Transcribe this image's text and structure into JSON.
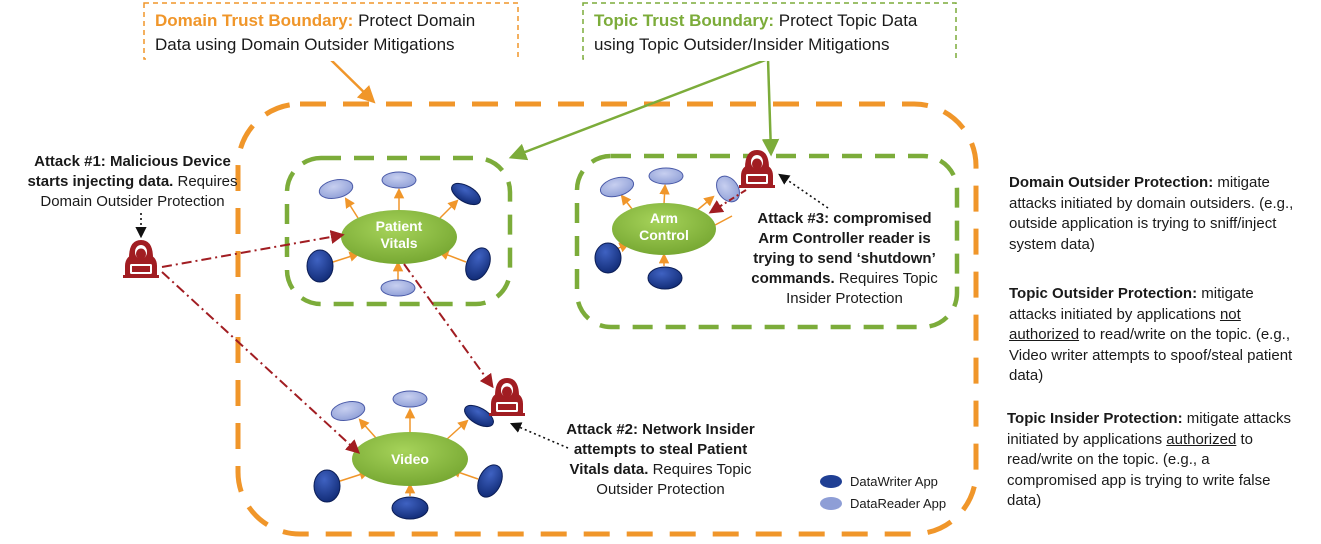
{
  "domain_boundary": {
    "title": "Domain Trust Boundary:",
    "text": " Protect Domain Data using Domain Outsider Mitigations",
    "color": "#f0962a"
  },
  "topic_boundary": {
    "title": "Topic Trust Boundary:",
    "text": " Protect Topic Data using Topic Outsider/Insider Mitigations",
    "color": "#7cac3a"
  },
  "topics": {
    "patient_vitals_line1": "Patient",
    "patient_vitals_line2": "Vitals",
    "arm_control_line1": "Arm",
    "arm_control_line2": "Control",
    "video": "Video"
  },
  "attack1": {
    "bold": "Attack #1: Malicious Device starts injecting data.",
    "text": " Requires Domain Outsider Protection"
  },
  "attack2": {
    "bold": "Attack #2: Network Insider attempts to steal Patient Vitals data.",
    "text": " Requires Topic Outsider Protection"
  },
  "attack3": {
    "bold": "Attack #3: compromised Arm Controller reader is trying to send ‘shutdown’ commands.",
    "text": " Requires Topic Insider Protection"
  },
  "legend": {
    "writer": "DataWriter App",
    "reader": "DataReader App",
    "writer_color": "#1f3f94",
    "reader_color": "#8e9ed6"
  },
  "protections": {
    "domain_outsider_title": "Domain Outsider Protection:",
    "domain_outsider_text": " mitigate attacks initiated by domain outsiders. (e.g., outside application is trying to sniff/inject system data)",
    "topic_outsider_title": "Topic Outsider Protection:",
    "topic_outsider_pre": "  mitigate attacks initiated by applications ",
    "topic_outsider_u": "not authorized",
    "topic_outsider_post": " to read/write on the topic. (e.g., Video writer attempts to spoof/steal patient data)",
    "topic_insider_title": "Topic Insider Protection:",
    "topic_insider_pre": " mitigate attacks initiated by applications ",
    "topic_insider_u": "authorized",
    "topic_insider_post": " to read/write on the topic. (e.g., a compromised app is trying to write false data)"
  },
  "colors": {
    "orange": "#f0962a",
    "green": "#7cac3a",
    "topic_fill": "#8cbf3f",
    "attack_red": "#a11d22"
  }
}
